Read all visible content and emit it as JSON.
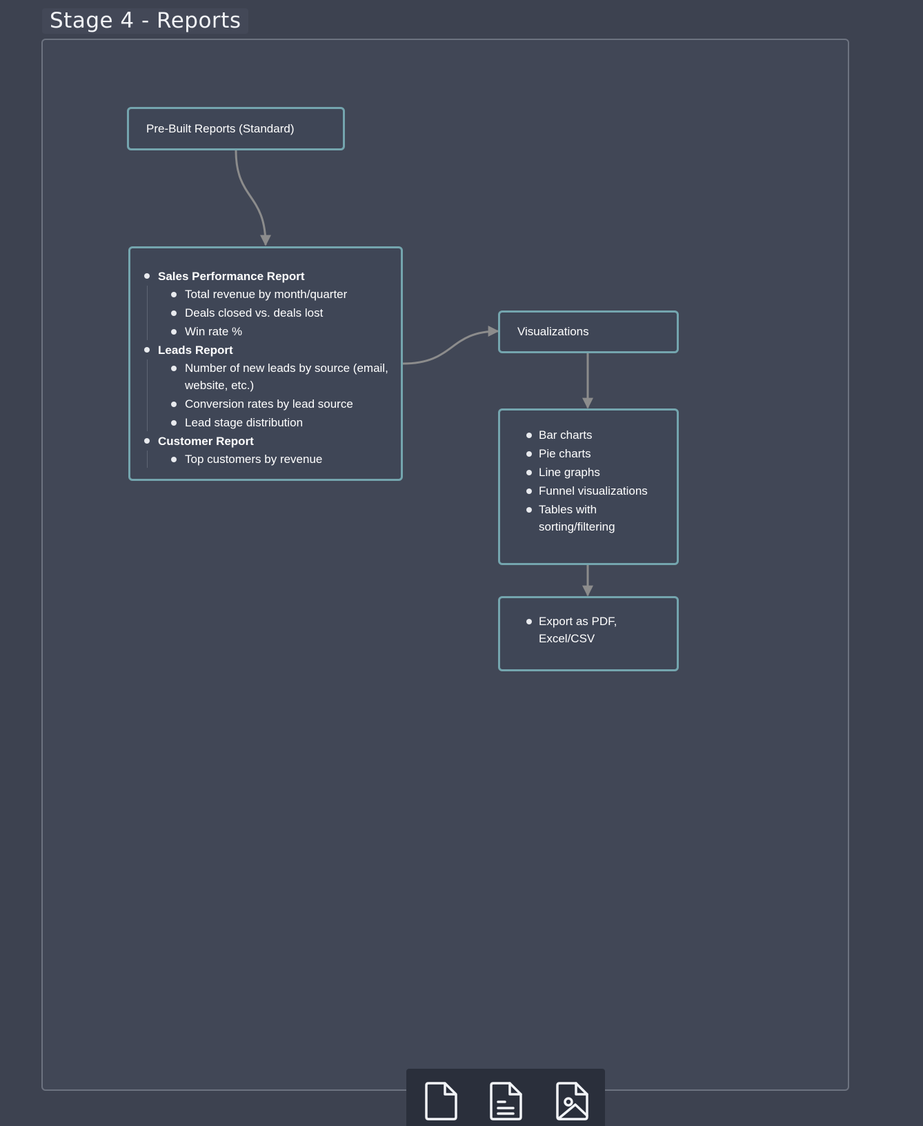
{
  "stage": {
    "title": "Stage 4 - Reports"
  },
  "nodes": {
    "prebuilt": {
      "label": "Pre-Built Reports (Standard)"
    },
    "reports": {
      "sections": [
        {
          "heading": "Sales Performance Report",
          "items": [
            "Total revenue by month/quarter",
            "Deals closed vs. deals lost",
            "Win rate %"
          ]
        },
        {
          "heading": "Leads Report",
          "items": [
            "Number of new leads by source (email, website, etc.)",
            "Conversion rates by lead source",
            "Lead stage distribution"
          ]
        },
        {
          "heading": "Customer Report",
          "items": [
            "Top customers by revenue"
          ]
        }
      ]
    },
    "visualizations": {
      "label": "Visualizations"
    },
    "viz_list": {
      "items": [
        "Bar charts",
        "Pie charts",
        "Line graphs",
        "Funnel visualizations",
        "Tables with sorting/filtering"
      ]
    },
    "export": {
      "items": [
        "Export as PDF, Excel/CSV"
      ]
    }
  },
  "toolbar": {
    "tools": [
      {
        "icon": "blank-document-icon"
      },
      {
        "icon": "text-document-icon"
      },
      {
        "icon": "image-document-icon"
      }
    ]
  }
}
